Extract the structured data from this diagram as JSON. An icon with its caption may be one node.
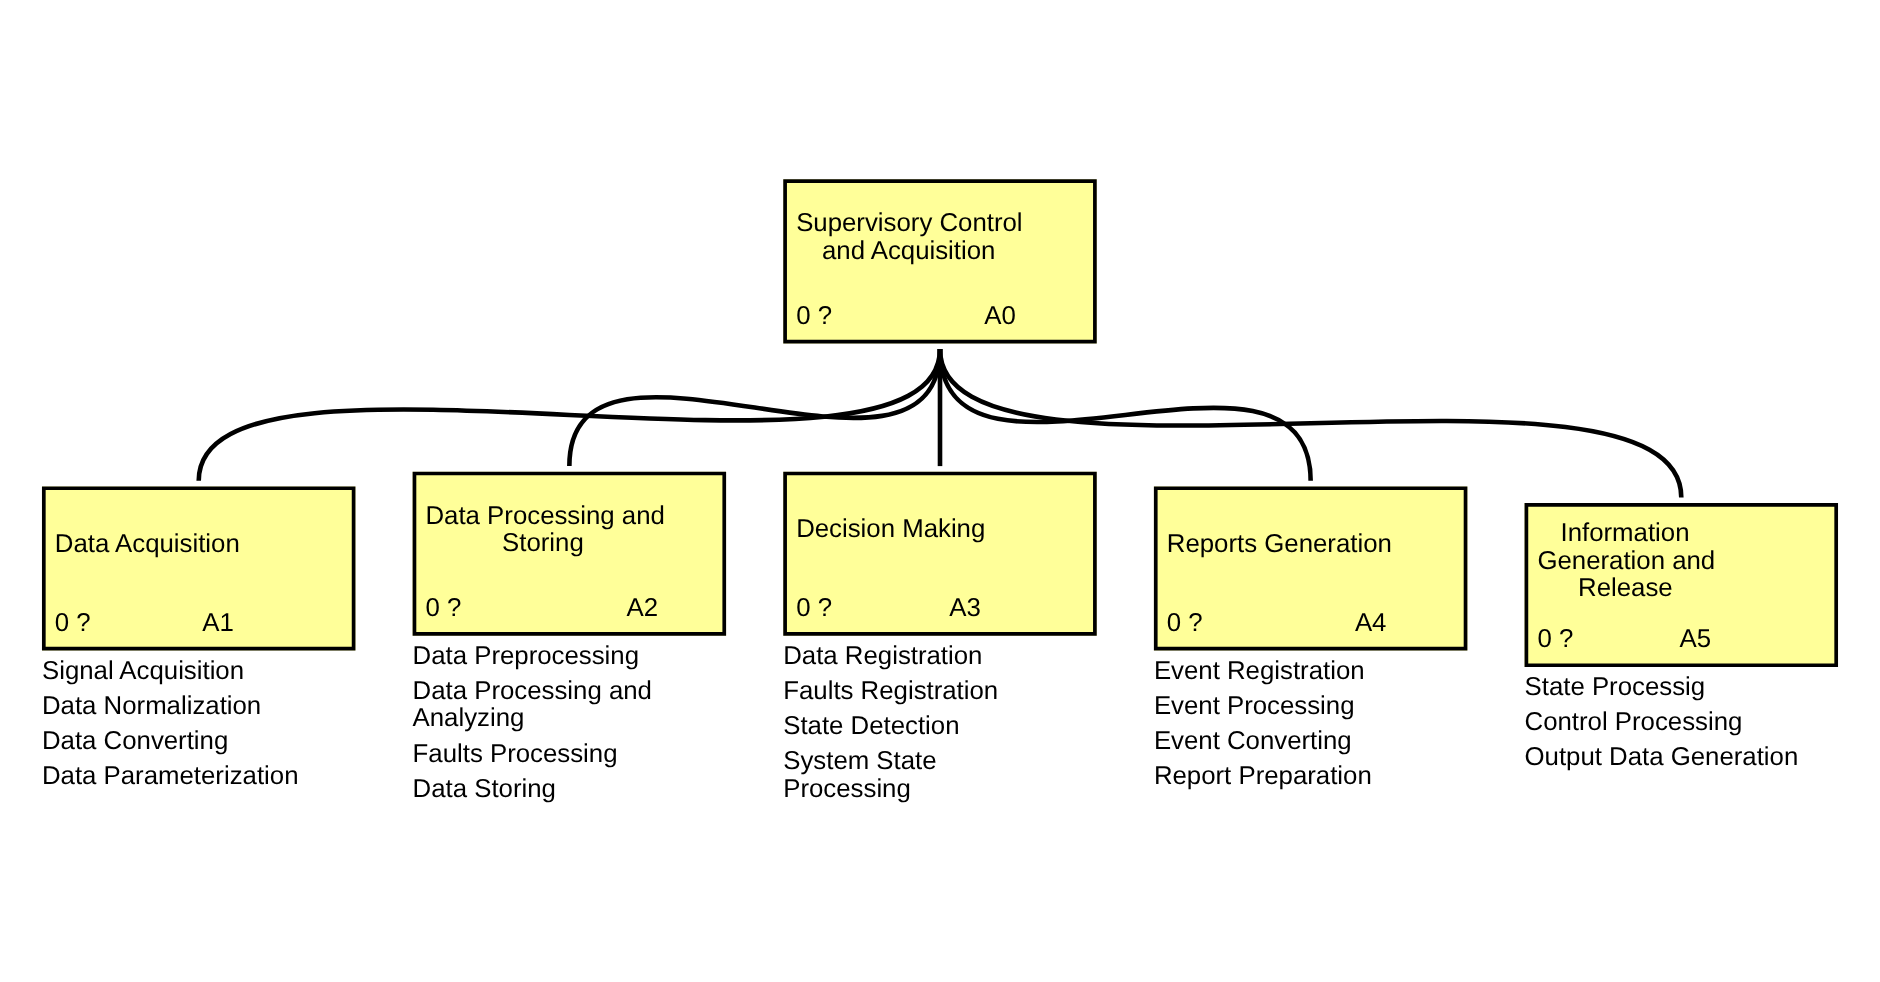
{
  "diagram": {
    "nodes": [
      {
        "text": [
          "Supervisory Control and Acquisition",
          "0 ?",
          "A0"
        ]
      },
      {
        "text": [
          "Data Acquisition",
          "0 ?",
          "A1"
        ],
        "beside": [
          "Signal Acquisition",
          "Data Normalization",
          "Data Converting",
          "Data Parameterization"
        ]
      },
      {
        "text": [
          "Data Processing and Storing",
          "0 ?",
          "A2"
        ],
        "beside": [
          "Data Preprocessing",
          "Data Processing and Analyzing",
          "Faults Processing",
          "Data Storing"
        ]
      },
      {
        "text": [
          "Decision Making",
          "0 ?",
          "A3"
        ],
        "beside": [
          "Data Registration",
          "Faults Registration",
          "State Detection",
          "System State Processing"
        ]
      },
      {
        "text": [
          "Reports Generation",
          "0 ?",
          "A4"
        ],
        "beside": [
          "Event Registration",
          "Event Processing",
          "Event Converting",
          "Report Preparation"
        ]
      },
      {
        "text": [
          "Information Generation and Release",
          "0 ?",
          "A5"
        ],
        "beside": [
          "State Processig",
          "Control Processing",
          "Output Data Generation"
        ]
      }
    ],
    "edges": [
      {
        "from": 0,
        "to": 1,
        "arrow": "none"
      },
      {
        "from": 0,
        "to": 2,
        "arrow": "none"
      },
      {
        "from": 0,
        "to": 3,
        "arrow": "none"
      },
      {
        "from": 0,
        "to": 4,
        "arrow": "none"
      },
      {
        "from": 0,
        "to": 5,
        "arrow": "none"
      }
    ]
  }
}
